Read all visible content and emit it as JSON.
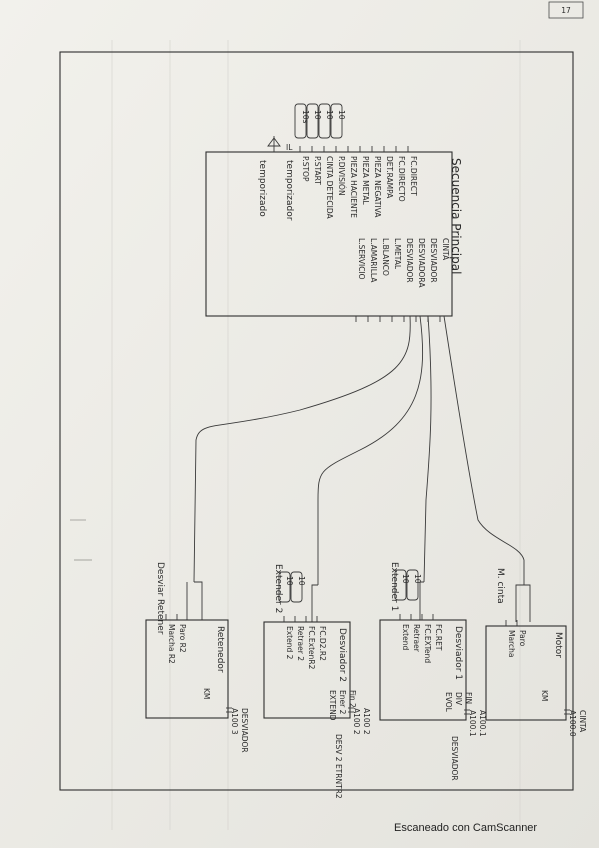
{
  "page_number": "17",
  "main_block": {
    "title": "Secuencia Principal",
    "left_inputs": [
      "P.STOP",
      "P.START",
      "CINTA DETECIDA",
      "P.DIVISIÓN",
      "PIEZA HACIENTE",
      "PIEZA METAL",
      "PIEZA NEGATIVA",
      "DET.RAMPA",
      "FC.DIRECTO",
      "FC.DIRECT"
    ],
    "right_outputs": [
      "CINTA",
      "DESVIADOR",
      "DESVIADORA",
      "DESVIADOR",
      "L.METAL",
      "L.BLANCO",
      "L.AMARILLA",
      "L.SERVICIO"
    ],
    "timer_label": "temporizador",
    "timer_sub": "temporizado",
    "timer_value": "IL",
    "preset_tags": [
      "10s",
      "10",
      "10",
      "10"
    ]
  },
  "blocks": [
    {
      "title": "Retenedor",
      "header": "Desviar Retener",
      "inputs": [
        "Marcha R2",
        "Paro R2"
      ],
      "k_label": "KM",
      "outputs": [
        "A100 3",
        "DESVIADOR"
      ]
    },
    {
      "title": "Desviador 2",
      "header": "Extender 2",
      "inputs": [
        "Extend 2",
        "Retraer 2",
        "FC.ExtenR2",
        "FC.D2.R2"
      ],
      "side": [
        "EXTEND",
        "Ener 2",
        "Fin 2"
      ],
      "outputs": [
        "A100 2",
        "A100 2"
      ],
      "bottom": "DESV 2 ETRNTR2",
      "tags": [
        "10",
        "10"
      ]
    },
    {
      "title": "Desviador 1",
      "header": "Extender 1",
      "inputs": [
        "Extend",
        "Retraer",
        "FC.EXTend",
        "FC.RET"
      ],
      "side": [
        "EVOL",
        "DIV",
        "FIN"
      ],
      "outputs": [
        "A100.1",
        "A100.1"
      ],
      "bottom": "DESVIADOR",
      "tags": [
        "10",
        "10"
      ]
    },
    {
      "title": "Motor",
      "header": "M. cinta",
      "inputs": [
        "Marcha",
        "Paro"
      ],
      "k_label": "KM",
      "outputs": [
        "A100.0",
        "CINTA"
      ]
    }
  ],
  "watermark": "Escaneado con CamScanner"
}
